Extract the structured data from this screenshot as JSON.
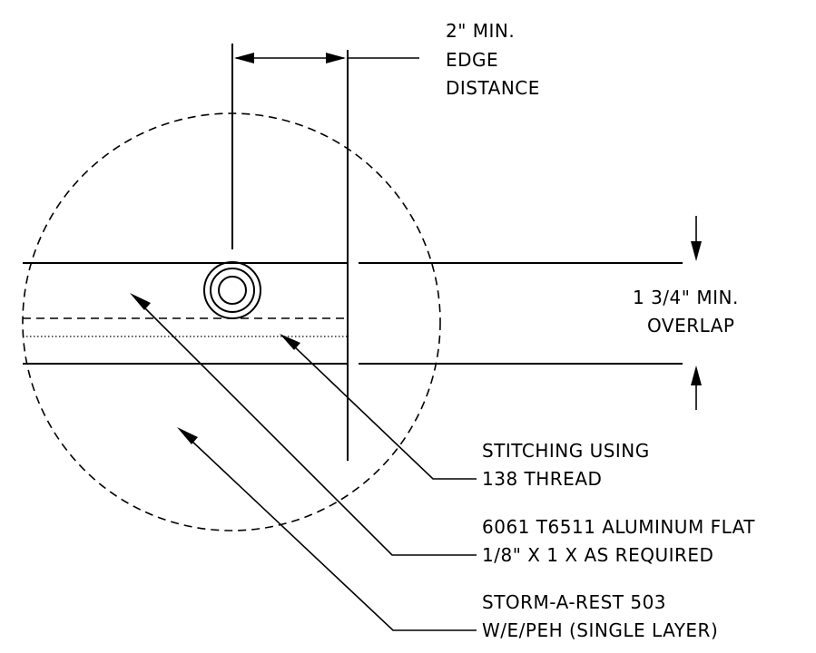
{
  "labels": {
    "edge_1": "2\" MIN.",
    "edge_2": "EDGE",
    "edge_3": "DISTANCE",
    "overlap_1": "1 3/4\" MIN.",
    "overlap_2": "OVERLAP",
    "stitch_1": "STITCHING USING",
    "stitch_2": "138 THREAD",
    "alum_1": "6061 T6511 ALUMINUM FLAT",
    "alum_2": "1/8\" X 1 X AS REQUIRED",
    "storm_1": "STORM-A-REST 503",
    "storm_2": "W/E/PEH (SINGLE LAYER)"
  }
}
